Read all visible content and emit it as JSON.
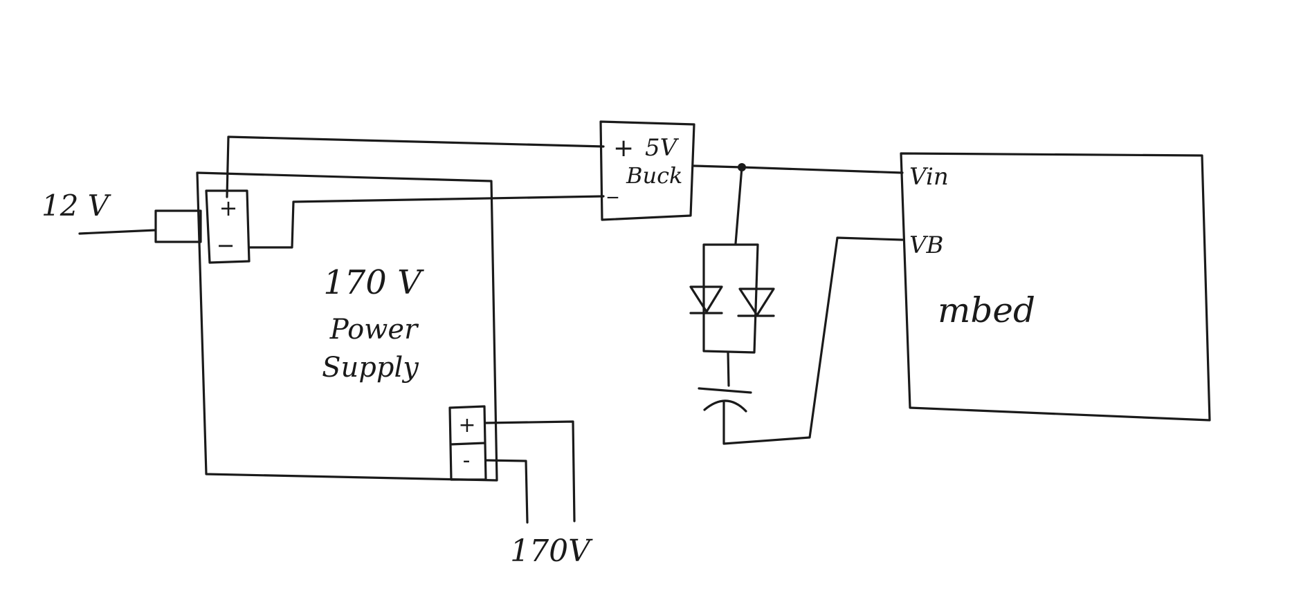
{
  "diagram": {
    "input_label": "12 V",
    "psu": {
      "line1": "170 V",
      "line2": "Power",
      "line3": "Supply",
      "in_plus": "+",
      "in_minus": "−",
      "out_plus": "+",
      "out_minus": "-"
    },
    "buck": {
      "plus": "+",
      "minus": "_",
      "line1": "5V",
      "line2": "Buck"
    },
    "mbed": {
      "name": "mbed",
      "pin_vin": "Vin",
      "pin_vb": "VB"
    },
    "output_label": "170V"
  }
}
